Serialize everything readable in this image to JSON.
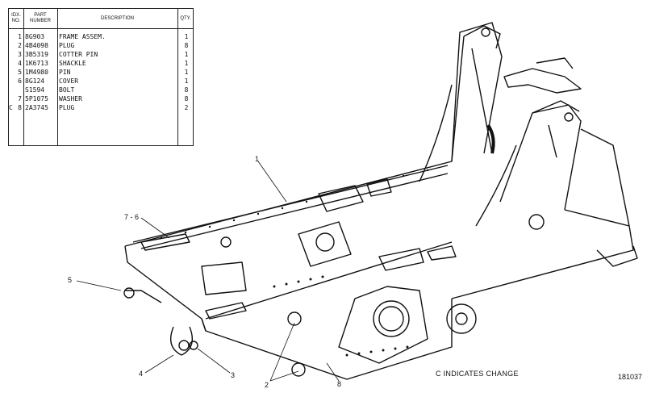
{
  "table": {
    "headers": {
      "no": "IDX. NO.",
      "part": "PART NUMBER",
      "desc": "DESCRIPTION",
      "qty": "QTY."
    },
    "rows": [
      {
        "mark": "",
        "no": "1",
        "part": "8G903",
        "desc": "FRAME ASSEM.",
        "qty": "1"
      },
      {
        "mark": "",
        "no": "2",
        "part": "4B4098",
        "desc": "PLUG",
        "qty": "8"
      },
      {
        "mark": "",
        "no": "3",
        "part": "3B5319",
        "desc": "COTTER PIN",
        "qty": "1"
      },
      {
        "mark": "",
        "no": "4",
        "part": "1K6713",
        "desc": "SHACKLE",
        "qty": "1"
      },
      {
        "mark": "",
        "no": "5",
        "part": "1M4980",
        "desc": "PIN",
        "qty": "1"
      },
      {
        "mark": "",
        "no": "6",
        "part": "8G124",
        "desc": "COVER",
        "qty": "1"
      },
      {
        "mark": "",
        "no": "",
        "part": "S1594",
        "desc": "BOLT",
        "qty": "8"
      },
      {
        "mark": "",
        "no": "7",
        "part": "5P1075",
        "desc": "WASHER",
        "qty": "8"
      },
      {
        "mark": "C",
        "no": "8",
        "part": "2A3745",
        "desc": "PLUG",
        "qty": "2"
      }
    ]
  },
  "callouts": [
    "1",
    "7 - 6",
    "5",
    "4",
    "3",
    "2",
    "8"
  ],
  "note": "C INDICATES CHANGE",
  "figure_number": "181037"
}
